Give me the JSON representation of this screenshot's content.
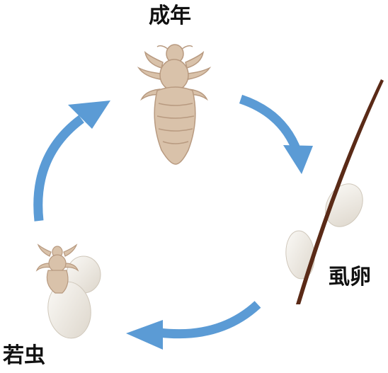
{
  "labels": {
    "adult": "成年",
    "egg": "虱卵",
    "nymph": "若虫"
  },
  "colors": {
    "arrow": "#5b9bd5",
    "louse_body": "#d9c2aa",
    "louse_outline": "#b89a80",
    "hair": "#5a2a17",
    "egg": "#f1ede6"
  }
}
